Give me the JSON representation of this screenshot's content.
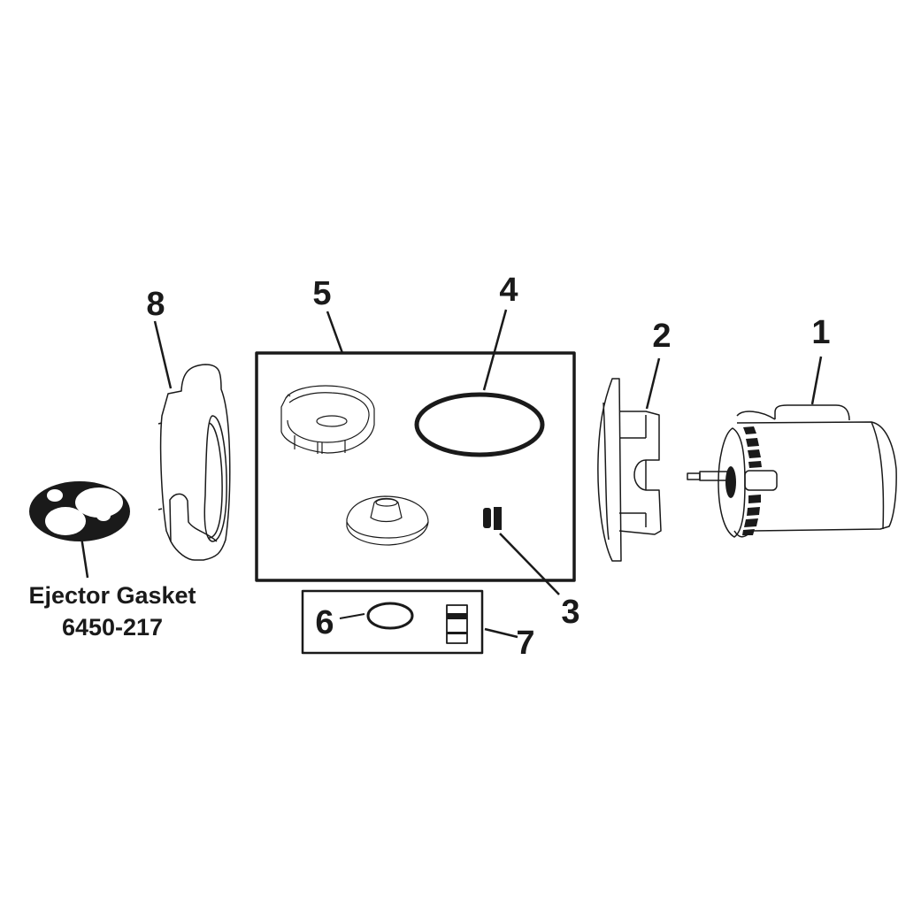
{
  "diagram": {
    "type": "exploded-parts-view",
    "callouts": [
      {
        "id": "1",
        "label": "1",
        "part": "motor"
      },
      {
        "id": "2",
        "label": "2",
        "part": "seal-plate"
      },
      {
        "id": "3",
        "label": "3",
        "part": "shaft-seal"
      },
      {
        "id": "4",
        "label": "4",
        "part": "o-ring"
      },
      {
        "id": "5",
        "label": "5",
        "part": "impeller-diffuser-kit"
      },
      {
        "id": "6",
        "label": "6",
        "part": "small-o-ring"
      },
      {
        "id": "7",
        "label": "7",
        "part": "seal-kit"
      },
      {
        "id": "8",
        "label": "8",
        "part": "pump-housing"
      }
    ],
    "gasket": {
      "name": "Ejector Gasket",
      "part_number": "6450-217"
    },
    "colors": {
      "line": "#1a1a1a",
      "background": "#ffffff"
    }
  }
}
